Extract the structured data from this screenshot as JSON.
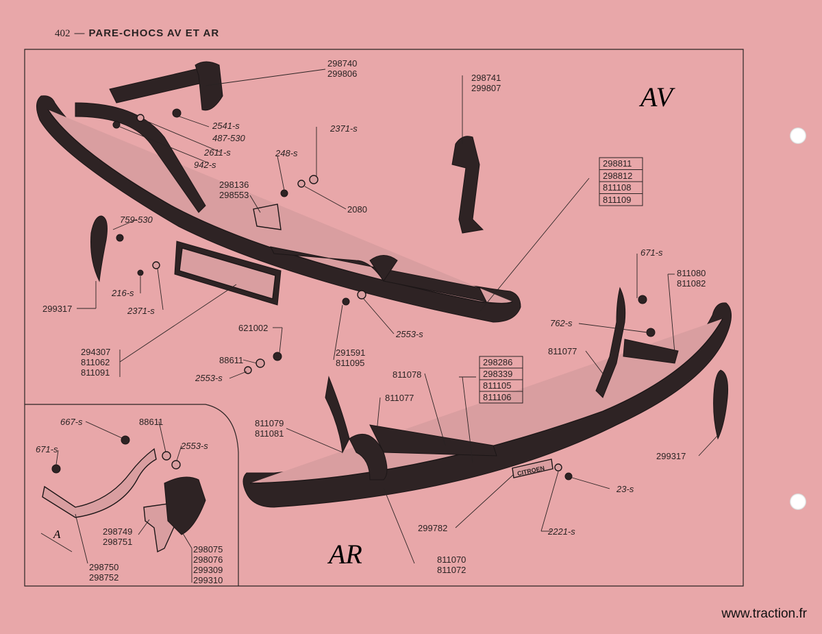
{
  "header": {
    "page_number": "402",
    "dash": "—",
    "title": "PARE-CHOCS AV ET AR"
  },
  "section_marks": {
    "front": "AV",
    "rear": "AR",
    "detail": "A"
  },
  "brand_plate": "CITROEN",
  "watermark": "www.traction.fr",
  "labels": {
    "l298740": "298740",
    "l299806": "299806",
    "l298741": "298741",
    "l299807": "299807",
    "l2541": "2541-s",
    "l487": "487-530",
    "l2611": "2611-s",
    "l942": "942-s",
    "l2371a": "2371-s",
    "l248": "248-s",
    "l298136": "298136",
    "l298553": "298553",
    "l2080": "2080",
    "box1": [
      "298811",
      "298812",
      "811108",
      "811109"
    ],
    "l759": "759-530",
    "l299317a": "299317",
    "l216": "216-s",
    "l2371b": "2371-s",
    "l294307": "294307",
    "l811062": "811062",
    "l811091": "811091",
    "l621002": "621002",
    "l88611a": "88611",
    "l2553a": "2553-s",
    "l291591": "291591",
    "l811095": "811095",
    "l2553b": "2553-s",
    "l671a": "671-s",
    "l811080": "811080",
    "l811082": "811082",
    "l762": "762-s",
    "l811077a": "811077",
    "box2": [
      "298286",
      "298339",
      "811105",
      "811106"
    ],
    "l811078": "811078",
    "l811077b": "811077",
    "l811079": "811079",
    "l811081": "811081",
    "l299317b": "299317",
    "l23": "23-s",
    "l2221": "2221-s",
    "l299782": "299782",
    "l811070": "811070",
    "l811072": "811072",
    "l667": "667-s",
    "l88611b": "88611",
    "l2553c": "2553-s",
    "l671b": "671-s",
    "l298749": "298749",
    "l298751": "298751",
    "l298075": "298075",
    "l298076": "298076",
    "l299309": "299309",
    "l299310": "299310",
    "l298750": "298750",
    "l298752": "298752"
  }
}
